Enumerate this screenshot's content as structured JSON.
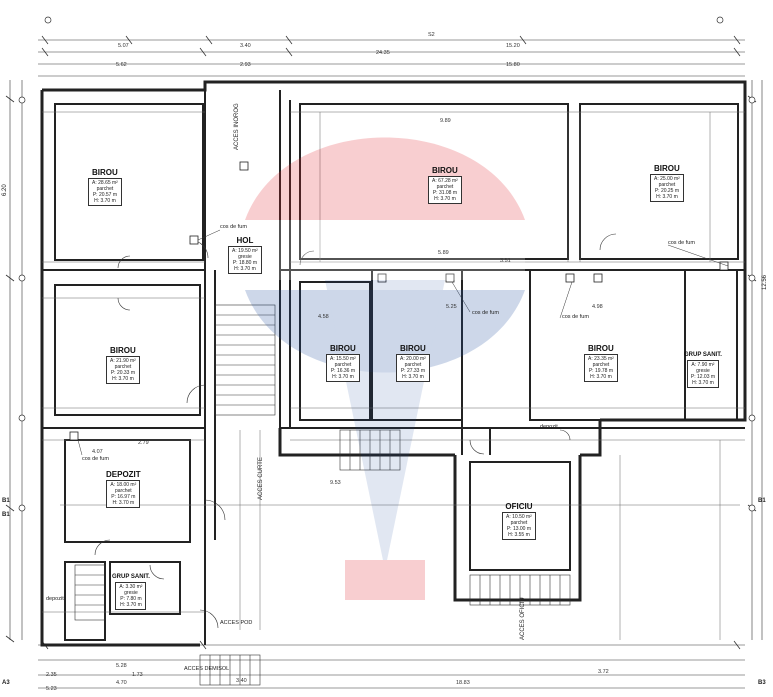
{
  "rooms": [
    {
      "name": "BIROU",
      "area": "A: 28.65 m²",
      "floor": "parchet",
      "perimeter": "P: 20.57 m",
      "height": "H: 3.70 m"
    },
    {
      "name": "BIROU",
      "area": "A: 67.28 m²",
      "floor": "parchet",
      "perimeter": "P: 31.08 m",
      "height": "H: 3.70 m"
    },
    {
      "name": "BIROU",
      "area": "A: 25.00 m²",
      "floor": "parchet",
      "perimeter": "P: 20.25 m",
      "height": "H: 3.70 m"
    },
    {
      "name": "HOL",
      "area": "A: 19.50 m²",
      "floor": "gresie",
      "perimeter": "P: 18.80 m",
      "height": "H: 3.70 m"
    },
    {
      "name": "BIROU",
      "area": "A: 21.90 m²",
      "floor": "parchet",
      "perimeter": "P: 20.33 m",
      "height": "H: 3.70 m"
    },
    {
      "name": "BIROU",
      "area": "A: 15.50 m²",
      "floor": "parchet",
      "perimeter": "P: 16.36 m",
      "height": "H: 3.70 m"
    },
    {
      "name": "BIROU",
      "area": "A: 20.00 m²",
      "floor": "parchet",
      "perimeter": "P: 27.33 m",
      "height": "H: 3.70 m"
    },
    {
      "name": "BIROU",
      "area": "A: 23.35 m²",
      "floor": "parchet",
      "perimeter": "P: 19.78 m",
      "height": "H: 3.70 m"
    },
    {
      "name": "GRUP SANIT.",
      "area": "A: 7.90 m²",
      "floor": "gresie",
      "perimeter": "P: 12.03 m",
      "height": "H: 3.70 m"
    },
    {
      "name": "DEPOZIT",
      "area": "A: 18.00 m²",
      "floor": "parchet",
      "perimeter": "P: 16.97 m",
      "height": "H: 3.70 m"
    },
    {
      "name": "OFICIU",
      "area": "A: 10.50 m²",
      "floor": "parchet",
      "perimeter": "P: 13.00 m",
      "height": "H: 3.55 m"
    },
    {
      "name": "GRUP SANIT.",
      "area": "A: 3.30 m²",
      "floor": "gresie",
      "perimeter": "P: 7.80 m",
      "height": "H: 3.70 m"
    }
  ],
  "labels": {
    "cos_de_fum_1": "cos de fum",
    "cos_de_fum_2": "cos de fum",
    "cos_de_fum_3": "cos de fum",
    "cos_de_fum_4": "cos de fum",
    "cos_de_fum_5": "cos de fum",
    "depozit_small_1": "depozit",
    "depozit_small_2": "depozit",
    "acces_inorog": "ACCES INOROG",
    "acces_curte": "ACCES CURTE",
    "acces_pod": "ACCES POD",
    "acces_demisol": "ACCES DEMISOL",
    "acces_oficiu": "ACCES OFICIU"
  },
  "dimensions": {
    "top_total": "24.35",
    "top_left": "5.07",
    "top_mid": "3.40",
    "top_right": "15.20",
    "top_row2_a": "5.62",
    "top_row2_b": "2.93",
    "top_row2_c": "15.80",
    "top_sub": "9.89",
    "height_left": "6.20",
    "height_right": "12.56",
    "bottom_total": "18.83",
    "bottom_left": "5.28",
    "bottom_a": "2.35",
    "bottom_b": "1.73",
    "bottom_c": "3.40",
    "bottom_d": "3.72",
    "bottom_e": "4.70",
    "bottom_f": "5.23",
    "mid_953": "9.53",
    "mid_279": "2.79",
    "mid_407": "4.07",
    "mid_498": "4.98",
    "mid_589": "5.89",
    "mid_525": "5.25",
    "mid_351": "3.51",
    "mid_458": "4.58",
    "top_axis": "S2"
  },
  "axes": {
    "left_top": "B1",
    "left_bottom": "B1",
    "right_mid": "B1",
    "right_bottom": "B3",
    "left_bottom_corner": "A3"
  },
  "colors": {
    "wall": "#222222",
    "line": "#333333",
    "thin": "#666666",
    "watermark_red": "#e0252e",
    "watermark_blue": "#1f4fa0"
  }
}
